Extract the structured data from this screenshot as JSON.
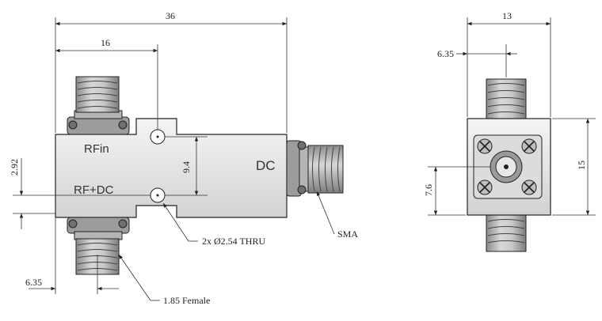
{
  "side_view": {
    "label_rfin": "RFin",
    "label_rfdc": "RF+DC",
    "label_dc": "DC",
    "dim_overall_length": "36",
    "dim_connector_offset": "16",
    "dim_hole_spacing": "9.4",
    "dim_vertical_offset": "2.92",
    "dim_connector_edge": "6.35",
    "callout_holes": "2x Ø2.54 THRU",
    "callout_connector": "1.85 Female",
    "callout_sma": "SMA"
  },
  "end_view": {
    "dim_width": "13",
    "dim_center_offset": "6.35",
    "dim_height": "15",
    "dim_vertical_center": "7.6"
  },
  "colors": {
    "body_fill": "#e6e6e6",
    "connector_fill": "#bdbdbd",
    "line": "#222222"
  }
}
